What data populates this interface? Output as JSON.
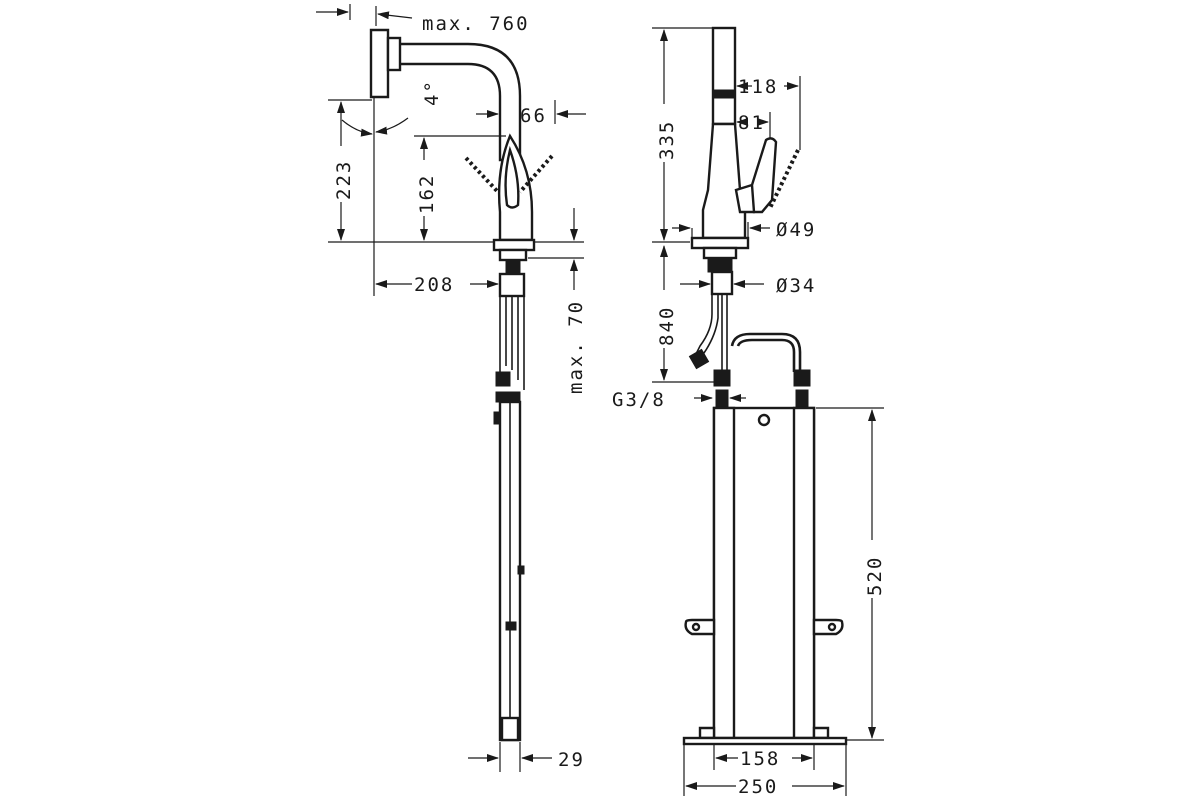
{
  "colors": {
    "line": "#1a1a1a",
    "background": "#ffffff"
  },
  "side_view": {
    "dim_max_reach": "max. 760",
    "dim_angle": "4°",
    "dim_spout_height": "223",
    "dim_lever_height": "162",
    "dim_projection": "208",
    "dim_lever_offset": "66",
    "dim_deck_thickness": "max. 70",
    "dim_hose_width": "29"
  },
  "front_view": {
    "dim_total_height": "335",
    "dim_lever_swing": "118",
    "dim_lever_width": "81",
    "dim_base_diameter": "Ø49",
    "dim_shank_diameter": "Ø34",
    "dim_hose_length": "840",
    "dim_connection": "G3/8",
    "dim_weight_height": "520",
    "dim_weight_inner_width": "158",
    "dim_weight_outer_width": "250"
  }
}
